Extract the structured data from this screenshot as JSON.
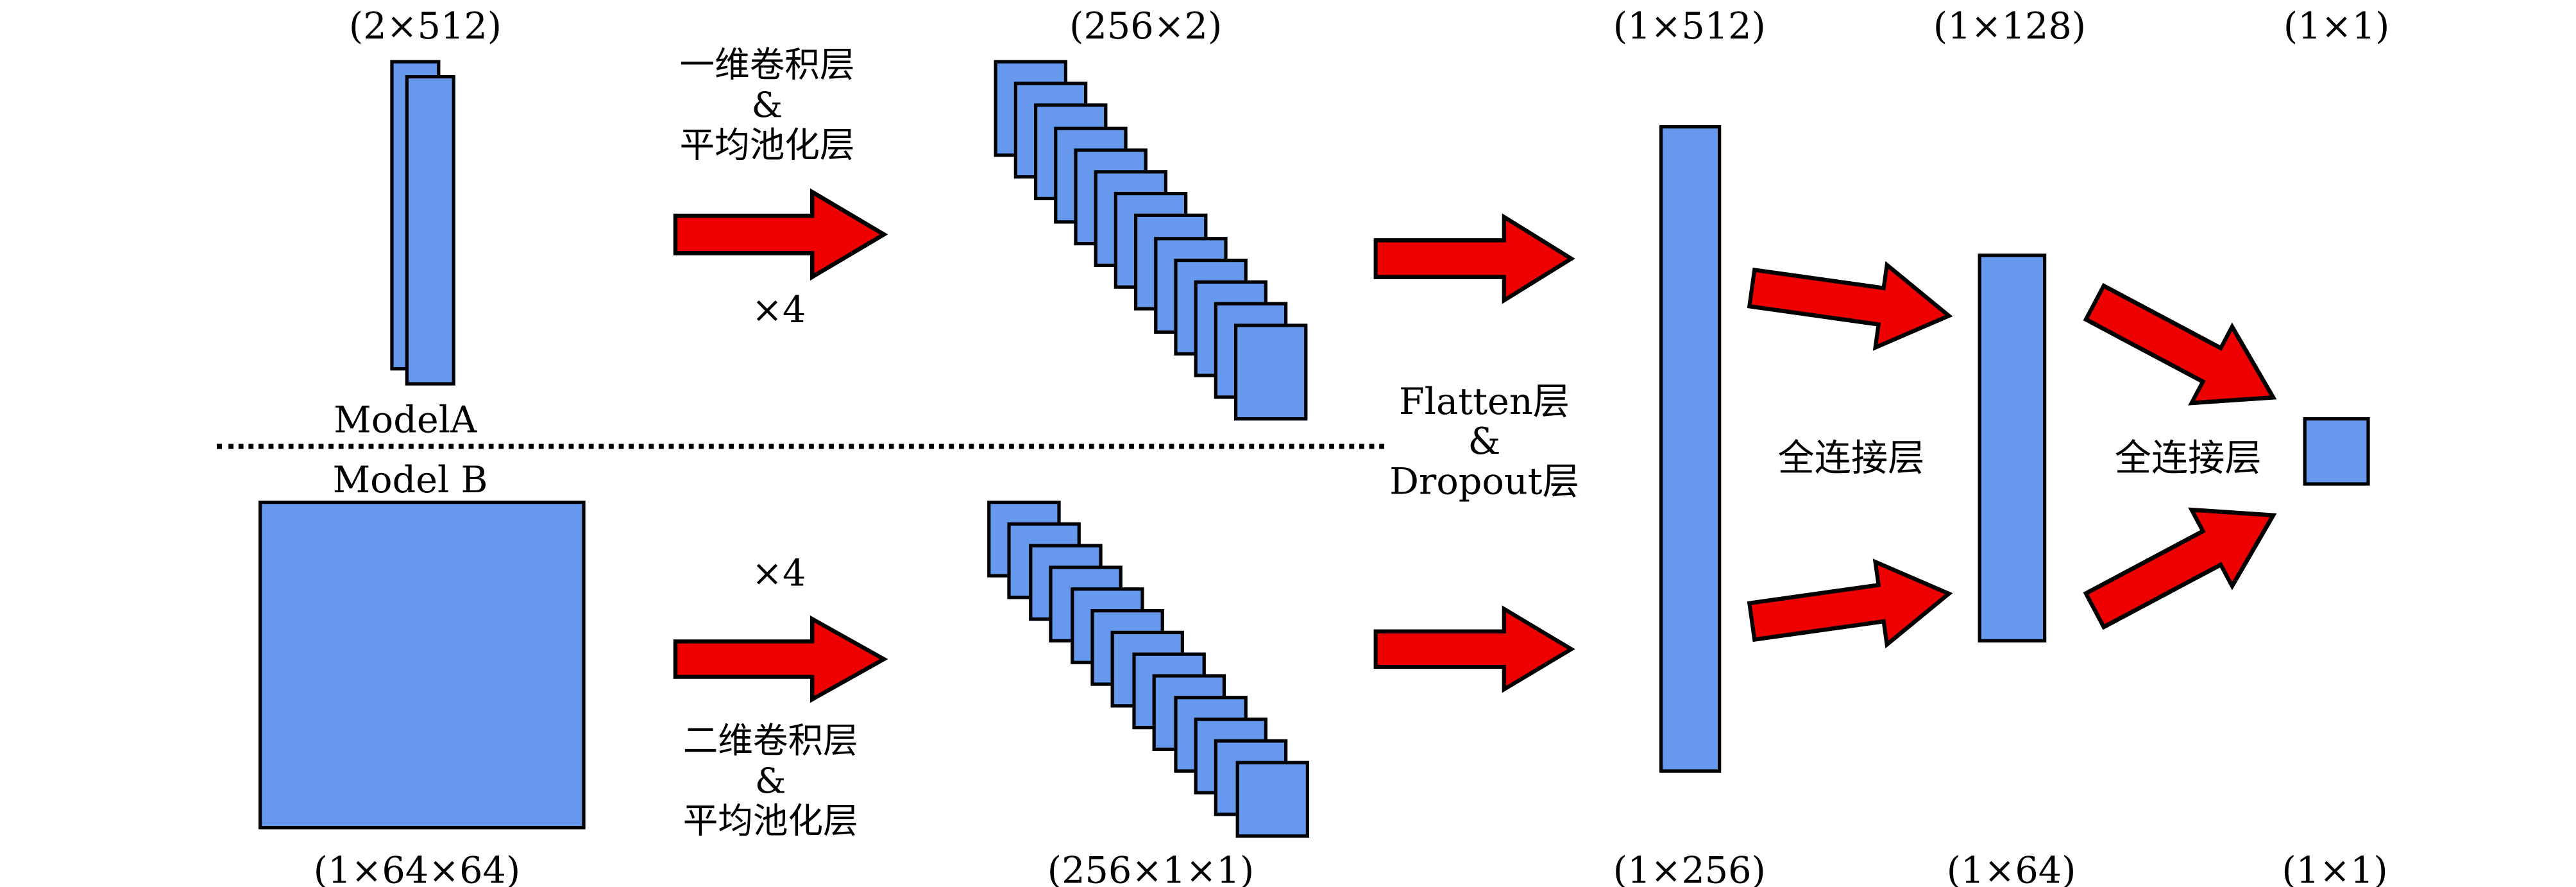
{
  "labels": {
    "input_a_dim": "(2×512)",
    "feature_a_dim": "(256×2)",
    "fc1_top_dim": "(1×512)",
    "fc2_top_dim": "(1×128)",
    "output_top_dim": "(1×1)",
    "input_b_dim": "(1×64×64)",
    "feature_b_dim": "(256×1×1)",
    "fc1_bottom_dim": "(1×256)",
    "fc2_bottom_dim": "(1×64)",
    "output_bottom_dim": "(1×1)",
    "model_a_name": "ModelA",
    "model_b_name": "Model B",
    "conv_a_line1": "一维卷积层",
    "conv_a_line2": "&",
    "conv_a_line3": "平均池化层",
    "times_a": "×4",
    "times_b": "×4",
    "conv_b_line1": "二维卷积层",
    "conv_b_line2": "&",
    "conv_b_line3": "平均池化层",
    "flatten_line1": "Flatten层",
    "flatten_line2": "&",
    "flatten_line3": "Dropout层",
    "fc_label_1": "全连接层",
    "fc_label_2": "全连接层"
  },
  "colors": {
    "box_fill": "#6699ee",
    "box_border": "#000000",
    "arrow_fill": "#ee0000",
    "arrow_outline": "#000000",
    "background": "#ffffff",
    "text": "#000000"
  }
}
